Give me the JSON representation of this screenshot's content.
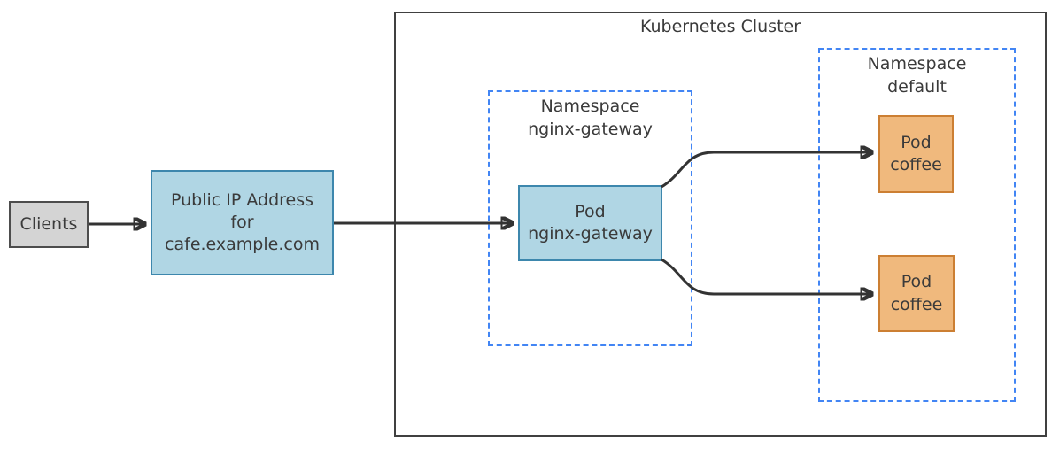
{
  "diagram": {
    "clients": {
      "label": "Clients"
    },
    "public_ip": {
      "label": "Public IP Address\nfor\ncafe.example.com"
    },
    "cluster": {
      "title": "Kubernetes Cluster"
    },
    "namespace_nginx": {
      "label": "Namespace\nnginx-gateway"
    },
    "pod_nginx": {
      "label": "Pod\nnginx-gateway"
    },
    "namespace_default": {
      "label": "Namespace\ndefault"
    },
    "pod_coffee_1": {
      "label": "Pod\ncoffee"
    },
    "pod_coffee_2": {
      "label": "Pod\ncoffee"
    },
    "colors": {
      "background": "#ffffff",
      "text": "#3a3a3a",
      "arrow": "#333333",
      "clients_fill": "#d4d4d4",
      "clients_border": "#4d4d4d",
      "blue_fill": "#b0d6e4",
      "blue_border": "#3d87ad",
      "orange_fill": "#f0b97d",
      "orange_border": "#cc7f33",
      "namespace_dashed_border": "#4285f4",
      "cluster_border": "#404040"
    }
  }
}
